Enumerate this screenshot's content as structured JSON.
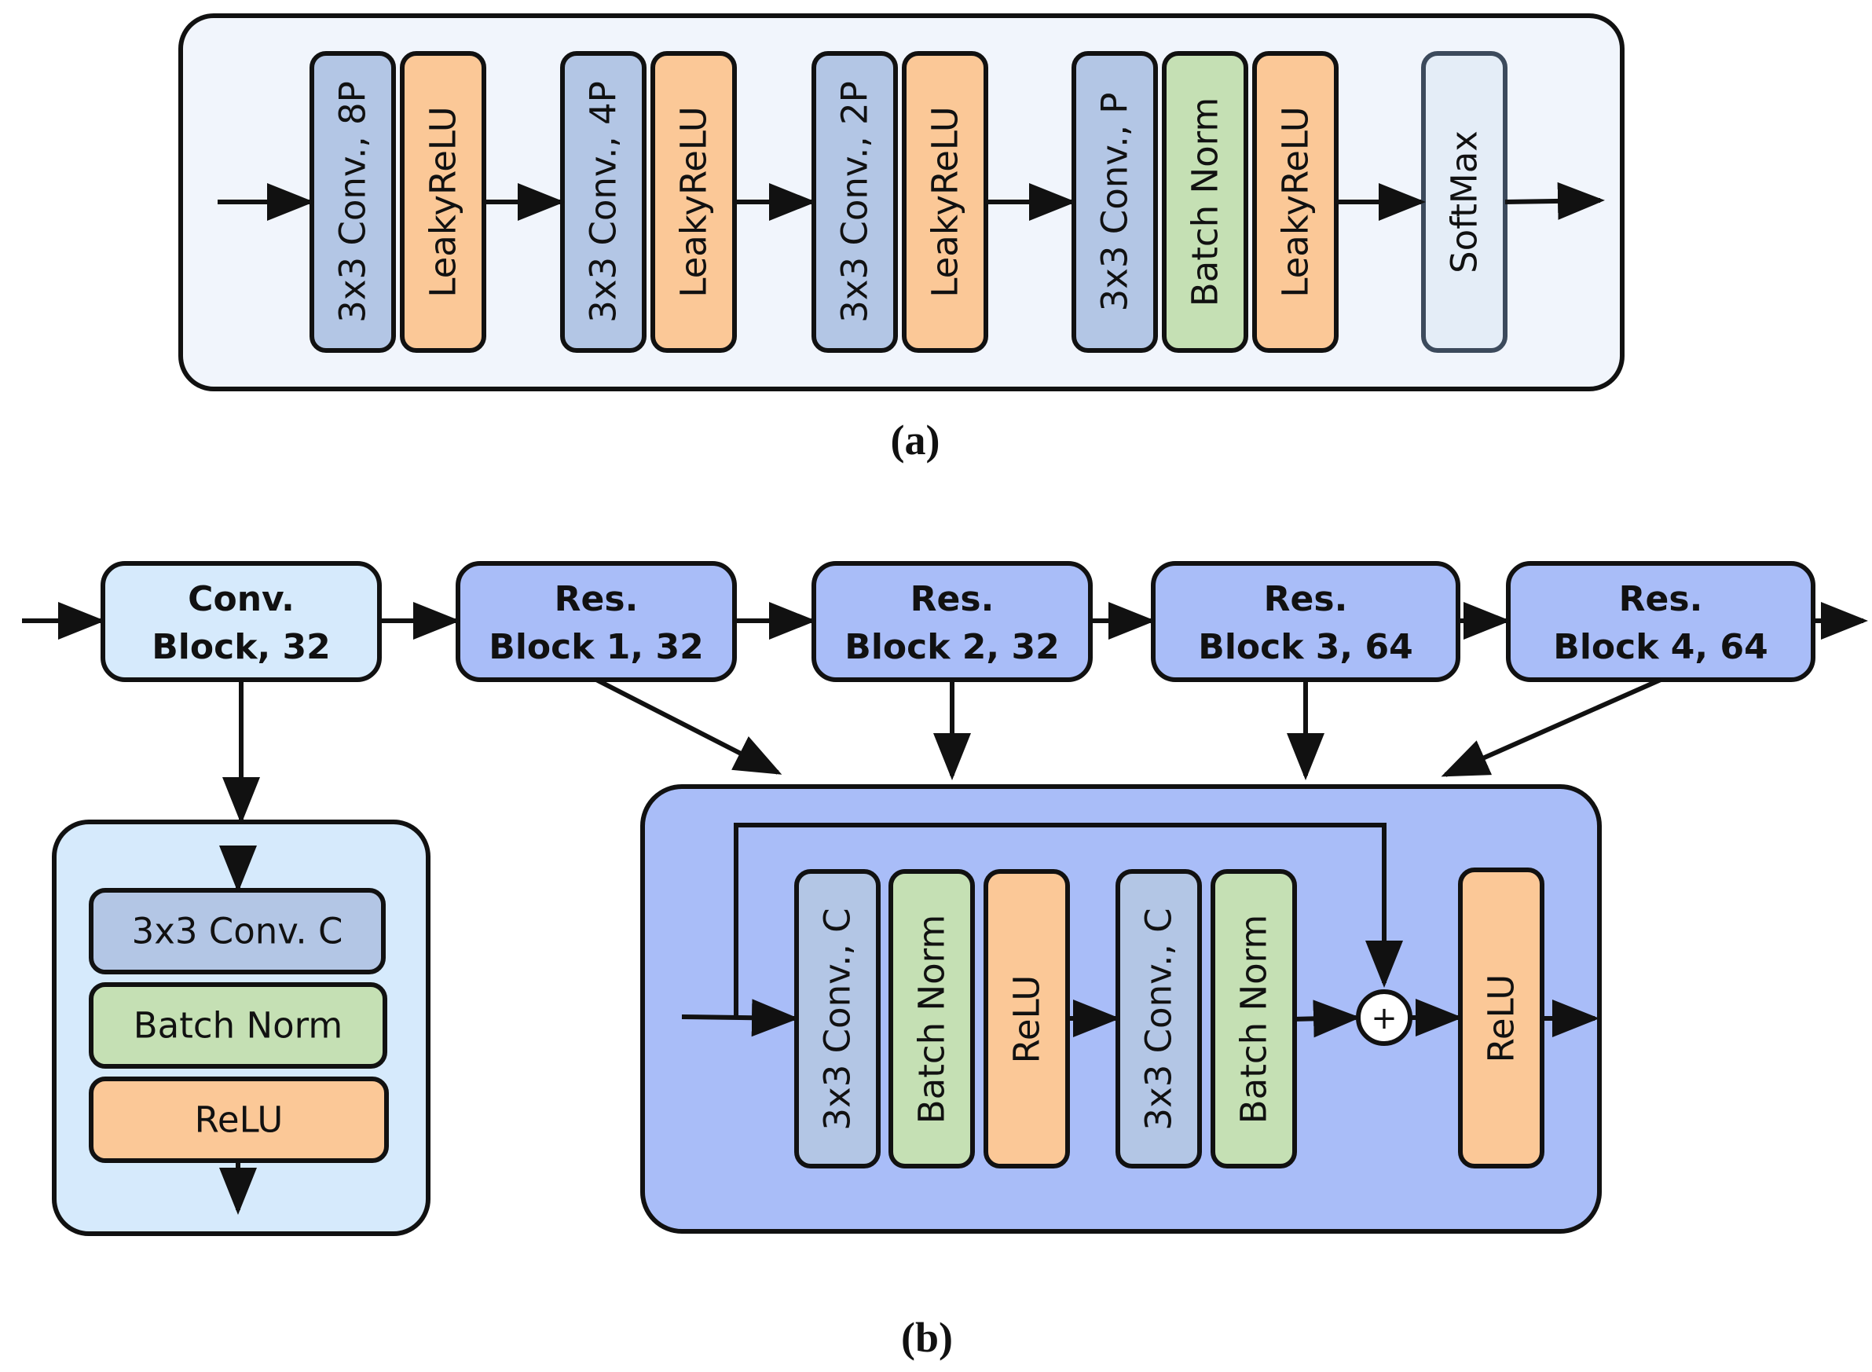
{
  "colors": {
    "conv": "#b3c6e5",
    "relu": "#fbc897",
    "bn": "#c5e0b4",
    "softmax": "#e4edf7",
    "panel_a": "#f1f5fc",
    "conv_block": "#d6eafc",
    "res_block": "#a9bdf8",
    "stroke": "#111111"
  },
  "panel_a": {
    "layers": {
      "conv8p": "3x3 Conv., 8P",
      "relu1": "LeakyReLU",
      "conv4p": "3x3 Conv., 4P",
      "relu2": "LeakyReLU",
      "conv2p": "3x3 Conv., 2P",
      "relu3": "LeakyReLU",
      "convp": "3x3 Conv., P",
      "bn": "Batch Norm",
      "relu4": "LeakyReLU",
      "softmax": "SoftMax"
    },
    "caption": "(a)"
  },
  "panel_b": {
    "chain": {
      "conv_block": {
        "line1": "Conv.",
        "line2": "Block, 32"
      },
      "res1": {
        "line1": "Res.",
        "line2": "Block 1, 32"
      },
      "res2": {
        "line1": "Res.",
        "line2": "Block 2, 32"
      },
      "res3": {
        "line1": "Res.",
        "line2": "Block 3, 64"
      },
      "res4": {
        "line1": "Res.",
        "line2": "Block 4, 64"
      }
    },
    "conv_block_detail": {
      "conv": "3x3 Conv. C",
      "bn": "Batch Norm",
      "relu": "ReLU"
    },
    "res_block_detail": {
      "conv1": "3x3 Conv., C",
      "bn1": "Batch Norm",
      "relu1": "ReLU",
      "conv2": "3x3 Conv., C",
      "bn2": "Batch Norm",
      "add": "+",
      "relu_out": "ReLU"
    },
    "caption": "(b)"
  }
}
